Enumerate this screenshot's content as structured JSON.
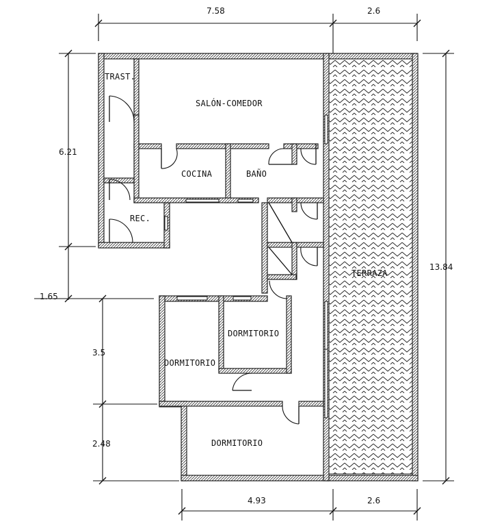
{
  "rooms": {
    "trastero": "TRAST.",
    "salon": "SALÓN-COMEDOR",
    "cocina": "COCINA",
    "bano": "BAÑO",
    "recibidor": "REC.",
    "dormitorio_1": "DORMITORIO",
    "dormitorio_2": "DORMITORIO",
    "dormitorio_3": "DORMITORIO",
    "terraza": "TERRAZA"
  },
  "dimensions": {
    "top_main": "7.58",
    "top_terrace": "2.6",
    "left_upper": "6.21",
    "left_offset": "1.65",
    "left_middle": "3.5",
    "left_lower": "2.48",
    "right_total": "13.84",
    "bottom_main": "4.93",
    "bottom_terrace": "2.6"
  },
  "colors": {
    "line": "#111111",
    "background": "#ffffff"
  }
}
